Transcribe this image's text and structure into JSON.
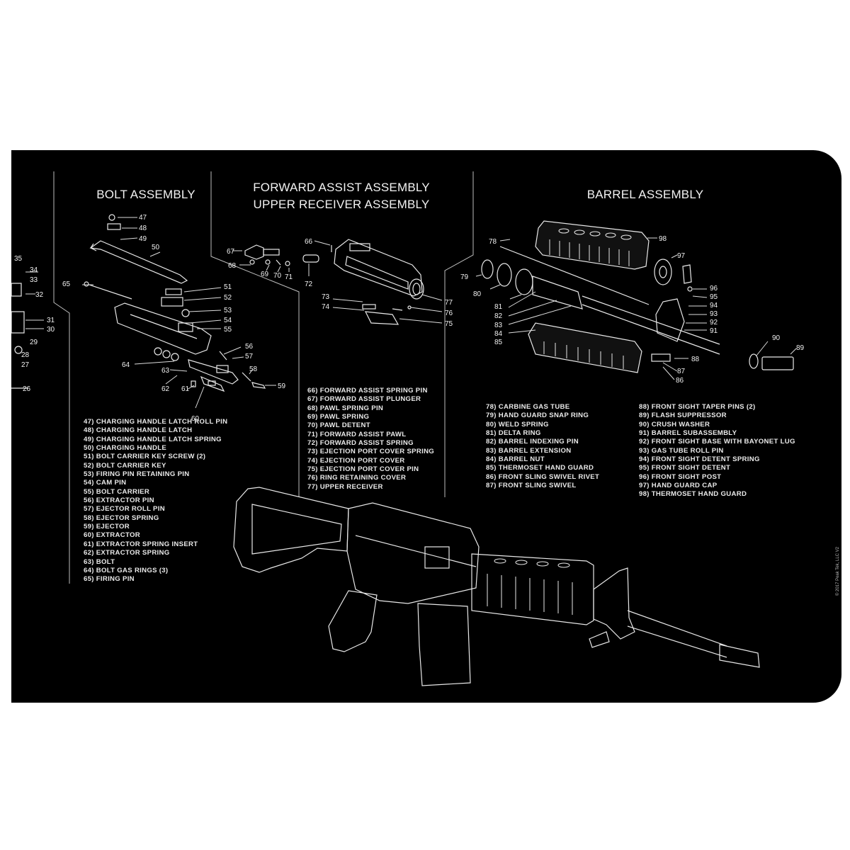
{
  "sections": {
    "bolt": {
      "title": "BOLT ASSEMBLY",
      "parts": [
        "47) CHARGING HANDLE LATCH ROLL PIN",
        "48) CHARGING HANDLE LATCH",
        "49) CHARGING HANDLE LATCH SPRING",
        "50) CHARGING HANDLE",
        "51) BOLT CARRIER KEY SCREW (2)",
        "52) BOLT CARRIER KEY",
        "53) FIRING PIN RETAINING PIN",
        "54) CAM PIN",
        "55) BOLT CARRIER",
        "56) EXTRACTOR PIN",
        "57) EJECTOR ROLL PIN",
        "58) EJECTOR SPRING",
        "59) EJECTOR",
        "60) EXTRACTOR",
        "61) EXTRACTOR SPRING INSERT",
        "62) EXTRACTOR SPRING",
        "63) BOLT",
        "64) BOLT GAS RINGS (3)",
        "65) FIRING PIN"
      ]
    },
    "forward": {
      "title_line1": "FORWARD ASSIST ASSEMBLY",
      "title_line2": "UPPER RECEIVER ASSEMBLY",
      "parts": [
        "66) FORWARD ASSIST SPRING PIN",
        "67) FORWARD ASSIST PLUNGER",
        "68) PAWL SPRING PIN",
        "69) PAWL SPRING",
        "70) PAWL DETENT",
        "71) FORWARD ASSIST PAWL",
        "72) FORWARD ASSIST SPRING",
        "73) EJECTION PORT COVER SPRING",
        "74) EJECTION PORT COVER",
        "75) EJECTION PORT COVER PIN",
        "76) RING RETAINING COVER",
        "77) UPPER RECEIVER"
      ]
    },
    "barrel": {
      "title": "BARREL ASSEMBLY",
      "parts_col1": [
        "78) CARBINE GAS TUBE",
        "79) HAND GUARD SNAP RING",
        "80) WELD SPRING",
        "81) DELTA RING",
        "82) BARREL INDEXING PIN",
        "83) BARREL EXTENSION",
        "84) BARREL NUT",
        "85) THERMOSET HAND GUARD",
        "86) FRONT SLING SWIVEL RIVET",
        "87) FRONT SLING SWIVEL"
      ],
      "parts_col2": [
        "88) FRONT SIGHT TAPER PINS (2)",
        "89) FLASH SUPPRESSOR",
        "90) CRUSH WASHER",
        "91) BARREL SUBASSEMBLY",
        "92) FRONT SIGHT BASE WITH BAYONET LUG",
        "93) GAS TUBE ROLL PIN",
        "94) FRONT SIGHT DETENT SPRING",
        "95) FRONT SIGHT DETENT",
        "96) FRONT SIGHT POST",
        "97) HAND GUARD CAP",
        "98) THERMOSET HAND GUARD"
      ]
    }
  },
  "callouts": {
    "left_edge": [
      "34",
      "33",
      "32",
      "31",
      "30",
      "29",
      "28",
      "27",
      "26",
      "35"
    ],
    "bolt": [
      "47",
      "48",
      "49",
      "50",
      "51",
      "52",
      "53",
      "54",
      "55",
      "56",
      "57",
      "58",
      "59",
      "60",
      "61",
      "62",
      "63",
      "64",
      "65"
    ],
    "forward": [
      "66",
      "67",
      "68",
      "69",
      "70",
      "71",
      "72",
      "73",
      "74",
      "75",
      "76",
      "77"
    ],
    "barrel": [
      "78",
      "79",
      "80",
      "81",
      "82",
      "83",
      "84",
      "85",
      "86",
      "87",
      "88",
      "89",
      "90",
      "91",
      "92",
      "93",
      "94",
      "95",
      "96",
      "97",
      "98"
    ]
  },
  "copyright": "© 2017 Peak Tek, LLC  V2"
}
